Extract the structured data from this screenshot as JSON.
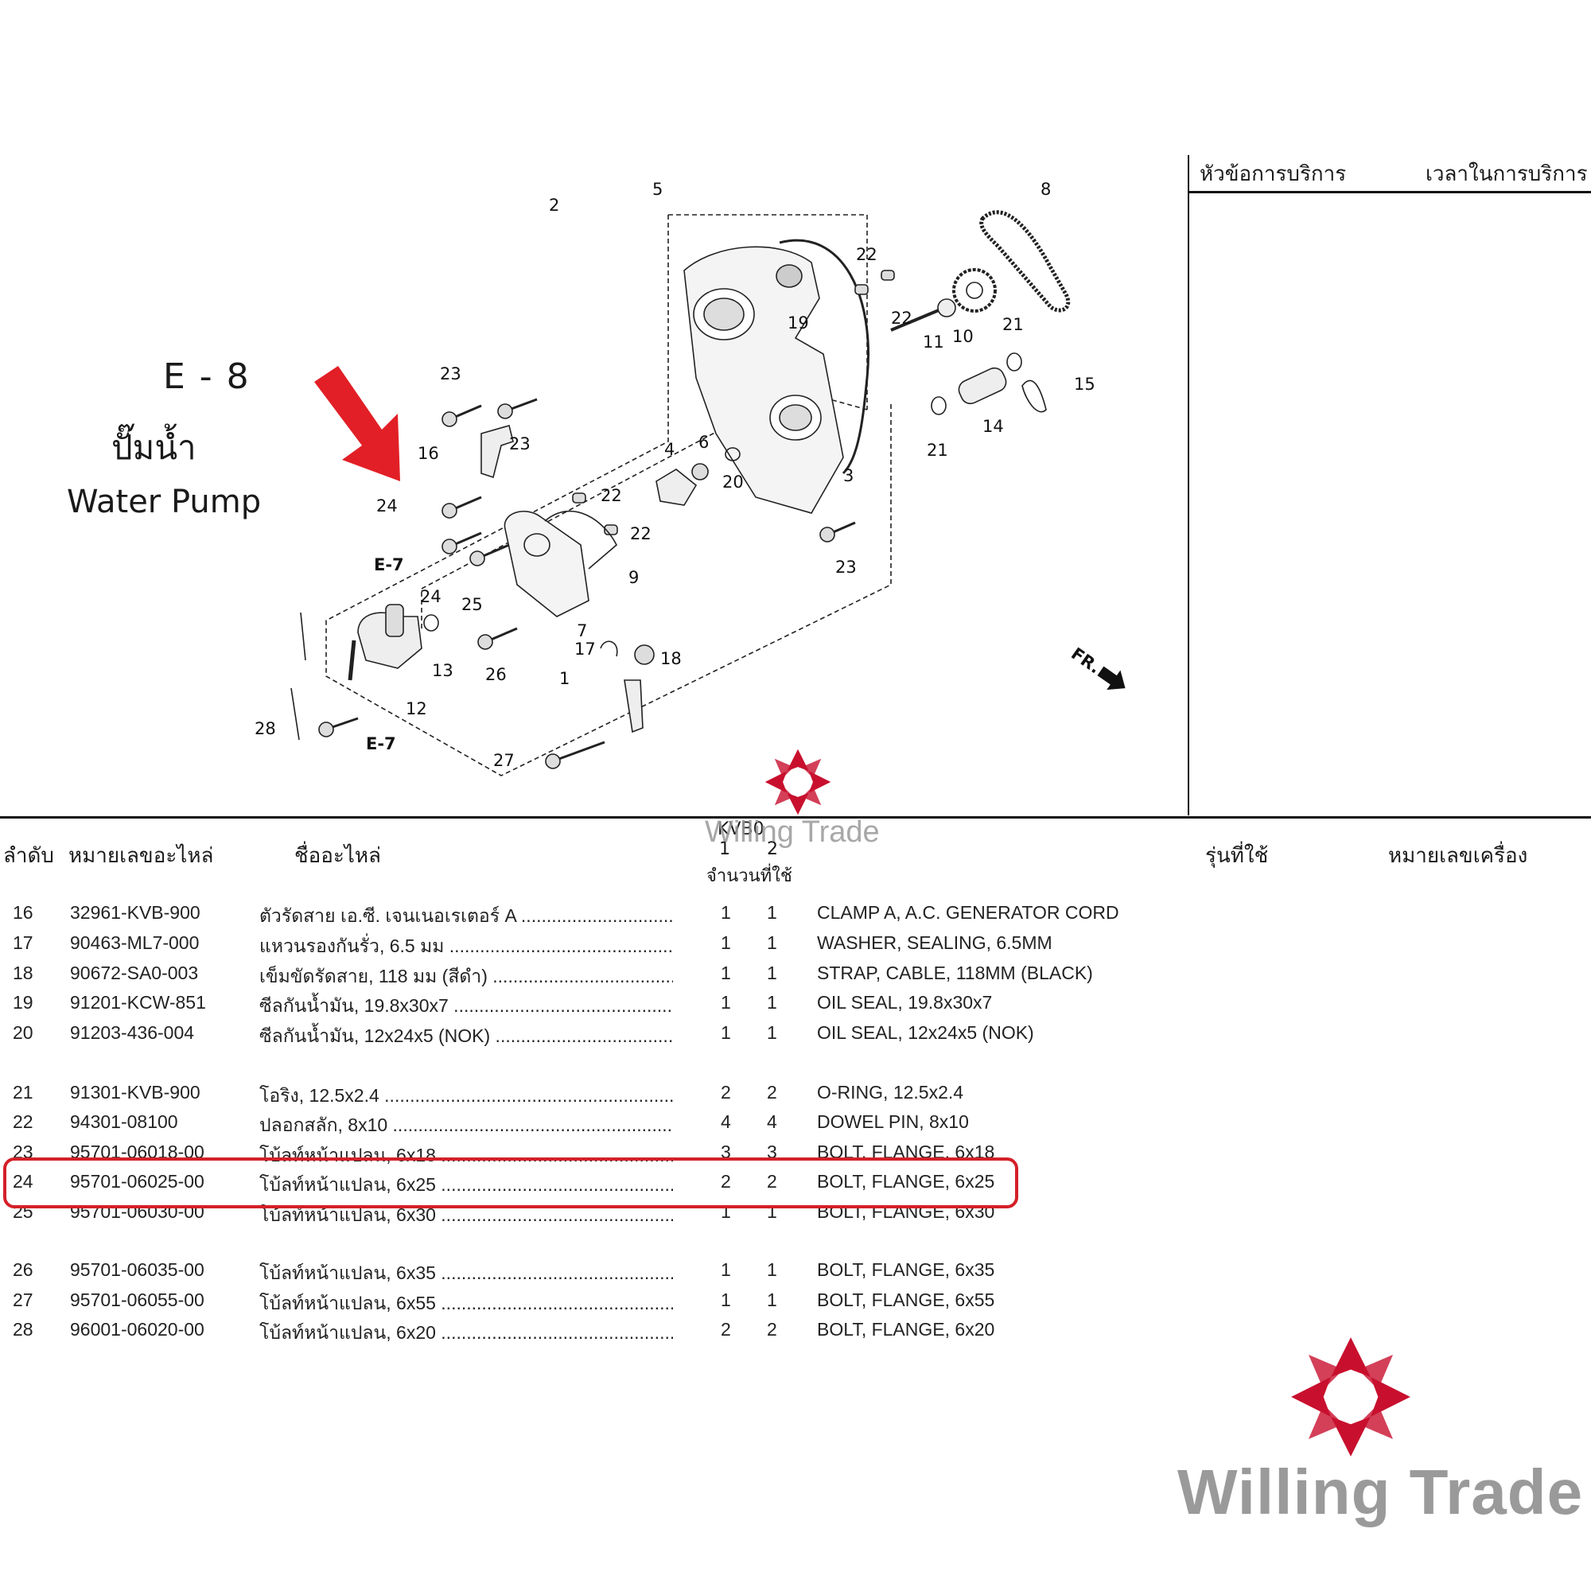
{
  "header": {
    "section_code": "E - 8",
    "title_th": "ปั๊มน้ำ",
    "title_en": "Water Pump"
  },
  "service_panel": {
    "col1": "หัวข้อการบริการ",
    "col2": "เวลาในการบริการ"
  },
  "diagram": {
    "ref_top": "E-7",
    "ref_bottom": "E-7",
    "front_label": "FR.",
    "callouts": [
      "1",
      "2",
      "3",
      "4",
      "5",
      "6",
      "7",
      "8",
      "9",
      "10",
      "11",
      "12",
      "13",
      "14",
      "15",
      "16",
      "17",
      "18",
      "19",
      "20",
      "21",
      "21",
      "22",
      "22",
      "22",
      "22",
      "23",
      "23",
      "23",
      "24",
      "24",
      "25",
      "26",
      "27",
      "28"
    ]
  },
  "table": {
    "headers": {
      "index": "ลำดับ",
      "part_number": "หมายเลขอะไหล่",
      "part_name": "ชื่ออะไหล่",
      "qty_code": "KVB0",
      "qty_col1": "1",
      "qty_col2": "2",
      "qty_label": "จำนวนที่ใช้",
      "model": "รุ่นที่ใช้",
      "engine_no": "หมายเลขเครื่อง"
    },
    "rows": [
      {
        "no": "16",
        "pn": "32961-KVB-900",
        "th": "ตัวรัดสาย เอ.ซี. เจนเนอเรเตอร์ A",
        "q1": "1",
        "q2": "1",
        "en": "CLAMP A, A.C. GENERATOR CORD"
      },
      {
        "no": "17",
        "pn": "90463-ML7-000",
        "th": "แหวนรองกันรั่ว, 6.5 มม",
        "q1": "1",
        "q2": "1",
        "en": "WASHER, SEALING, 6.5MM"
      },
      {
        "no": "18",
        "pn": "90672-SA0-003",
        "th": "เข็มขัดรัดสาย, 118 มม (สีดำ)",
        "q1": "1",
        "q2": "1",
        "en": "STRAP, CABLE, 118MM (BLACK)"
      },
      {
        "no": "19",
        "pn": "91201-KCW-851",
        "th": "ซีลกันน้ำมัน, 19.8x30x7",
        "q1": "1",
        "q2": "1",
        "en": "OIL SEAL, 19.8x30x7"
      },
      {
        "no": "20",
        "pn": "91203-436-004",
        "th": "ซีลกันน้ำมัน, 12x24x5 (NOK)",
        "q1": "1",
        "q2": "1",
        "en": "OIL SEAL, 12x24x5 (NOK)"
      },
      {
        "no": "21",
        "pn": "91301-KVB-900",
        "th": "โอริง, 12.5x2.4",
        "q1": "2",
        "q2": "2",
        "en": "O-RING, 12.5x2.4"
      },
      {
        "no": "22",
        "pn": "94301-08100",
        "th": "ปลอกสลัก, 8x10",
        "q1": "4",
        "q2": "4",
        "en": "DOWEL PIN, 8x10"
      },
      {
        "no": "23",
        "pn": "95701-06018-00",
        "th": "โบ้ลท์หน้าแปลน, 6x18",
        "q1": "3",
        "q2": "3",
        "en": "BOLT, FLANGE, 6x18"
      },
      {
        "no": "24",
        "pn": "95701-06025-00",
        "th": "โบ้ลท์หน้าแปลน, 6x25",
        "q1": "2",
        "q2": "2",
        "en": "BOLT, FLANGE, 6x25"
      },
      {
        "no": "25",
        "pn": "95701-06030-00",
        "th": "โบ้ลท์หน้าแปลน, 6x30",
        "q1": "1",
        "q2": "1",
        "en": "BOLT, FLANGE, 6x30"
      },
      {
        "no": "26",
        "pn": "95701-06035-00",
        "th": "โบ้ลท์หน้าแปลน, 6x35",
        "q1": "1",
        "q2": "1",
        "en": "BOLT, FLANGE, 6x35"
      },
      {
        "no": "27",
        "pn": "95701-06055-00",
        "th": "โบ้ลท์หน้าแปลน, 6x55",
        "q1": "1",
        "q2": "1",
        "en": "BOLT, FLANGE, 6x55"
      },
      {
        "no": "28",
        "pn": "96001-06020-00",
        "th": "โบ้ลท์หน้าแปลน, 6x20",
        "q1": "2",
        "q2": "2",
        "en": "BOLT, FLANGE, 6x20"
      }
    ]
  },
  "watermark": {
    "text_small": "Willing Trade",
    "text_big": "Willing Trade"
  },
  "colors": {
    "highlight": "#d42028",
    "arrow": "#e21f26",
    "watermark_text": "#9a9a9a",
    "logo_red": "#c8102e"
  },
  "icons": {
    "pointer": "red-arrow-icon",
    "logo": "willing-trade-logo-icon",
    "front": "front-direction-arrow-icon"
  }
}
